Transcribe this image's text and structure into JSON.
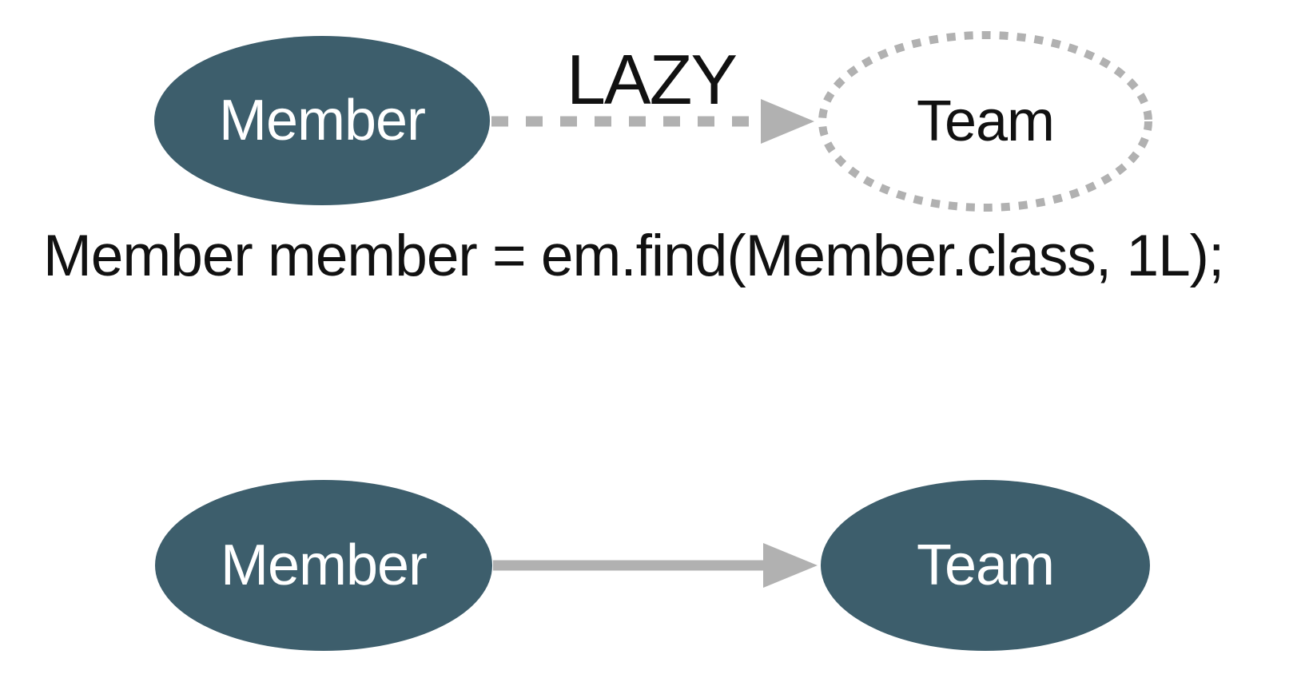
{
  "colors": {
    "entity_fill": "#3d5e6c",
    "entity_text": "#ffffff",
    "edge_gray": "#b1b1b1",
    "label_black": "#111111",
    "proxy_fill": "#ffffff"
  },
  "top_diagram": {
    "member_label": "Member",
    "edge_label": "LAZY",
    "team_label": "Team"
  },
  "code": {
    "statement": "Member member = em.find(Member.class, 1L);"
  },
  "bottom_diagram": {
    "member_label": "Member",
    "team_label": "Team"
  }
}
